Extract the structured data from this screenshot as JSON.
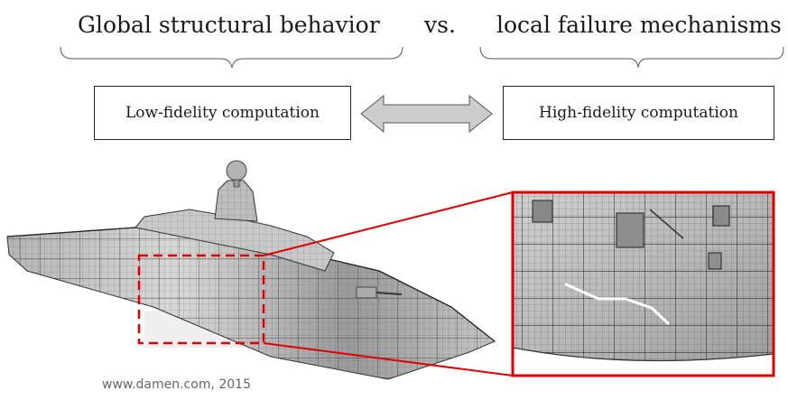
{
  "headings": {
    "global": "Global structural behavior",
    "vs": "vs.",
    "local": "local failure mechanisms"
  },
  "boxes": {
    "low_fidelity": "Low-fidelity computation",
    "high_fidelity": "High-fidelity computation"
  },
  "credit": "www.damen.com, 2015",
  "colors": {
    "highlight_red": "#e00000",
    "arrow_fill": "#cccccc",
    "crack_line": "#ffffff"
  },
  "icons": {
    "ship": "frigate-fe-mesh-icon",
    "double_arrow": "double-arrow-icon",
    "zoom": "zoomed-hull-detail-icon"
  }
}
